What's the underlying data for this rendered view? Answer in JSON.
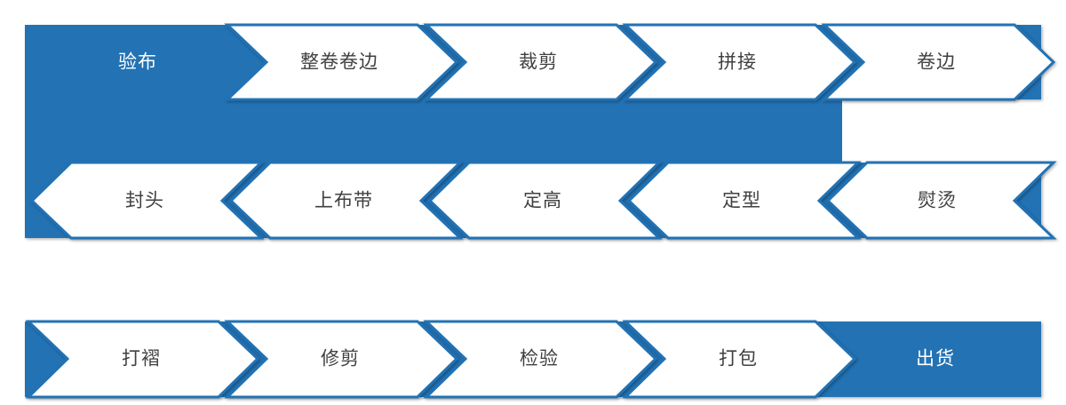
{
  "diagram": {
    "type": "process-flow-chevron",
    "title": "",
    "colors": {
      "accent_blue": "#2272B4",
      "band_blue": "#2272B4",
      "chevron_fill": "#FFFFFF",
      "chevron_border": "#2272B4",
      "text_dark": "#404040",
      "text_light": "#FFFFFF",
      "background": "#FFFFFF"
    },
    "rows": [
      {
        "id": "row-1",
        "direction": "left-to-right",
        "steps": [
          {
            "id": "step-1",
            "label": "验布",
            "style": "filled"
          },
          {
            "id": "step-2",
            "label": "整卷卷边",
            "style": "outline"
          },
          {
            "id": "step-3",
            "label": "裁剪",
            "style": "outline"
          },
          {
            "id": "step-4",
            "label": "拼接",
            "style": "outline"
          },
          {
            "id": "step-5",
            "label": "卷边",
            "style": "outline"
          }
        ]
      },
      {
        "id": "row-2",
        "direction": "right-to-left",
        "steps": [
          {
            "id": "step-6",
            "label": "封头",
            "style": "outline"
          },
          {
            "id": "step-7",
            "label": "上布带",
            "style": "outline"
          },
          {
            "id": "step-8",
            "label": "定高",
            "style": "outline"
          },
          {
            "id": "step-9",
            "label": "定型",
            "style": "outline"
          },
          {
            "id": "step-10",
            "label": "熨烫",
            "style": "outline"
          }
        ]
      },
      {
        "id": "row-3",
        "direction": "left-to-right",
        "steps": [
          {
            "id": "step-11",
            "label": "打褶",
            "style": "outline"
          },
          {
            "id": "step-12",
            "label": "修剪",
            "style": "outline"
          },
          {
            "id": "step-13",
            "label": "检验",
            "style": "outline"
          },
          {
            "id": "step-14",
            "label": "打包",
            "style": "outline"
          },
          {
            "id": "step-15",
            "label": "出货",
            "style": "filled"
          }
        ]
      }
    ]
  }
}
